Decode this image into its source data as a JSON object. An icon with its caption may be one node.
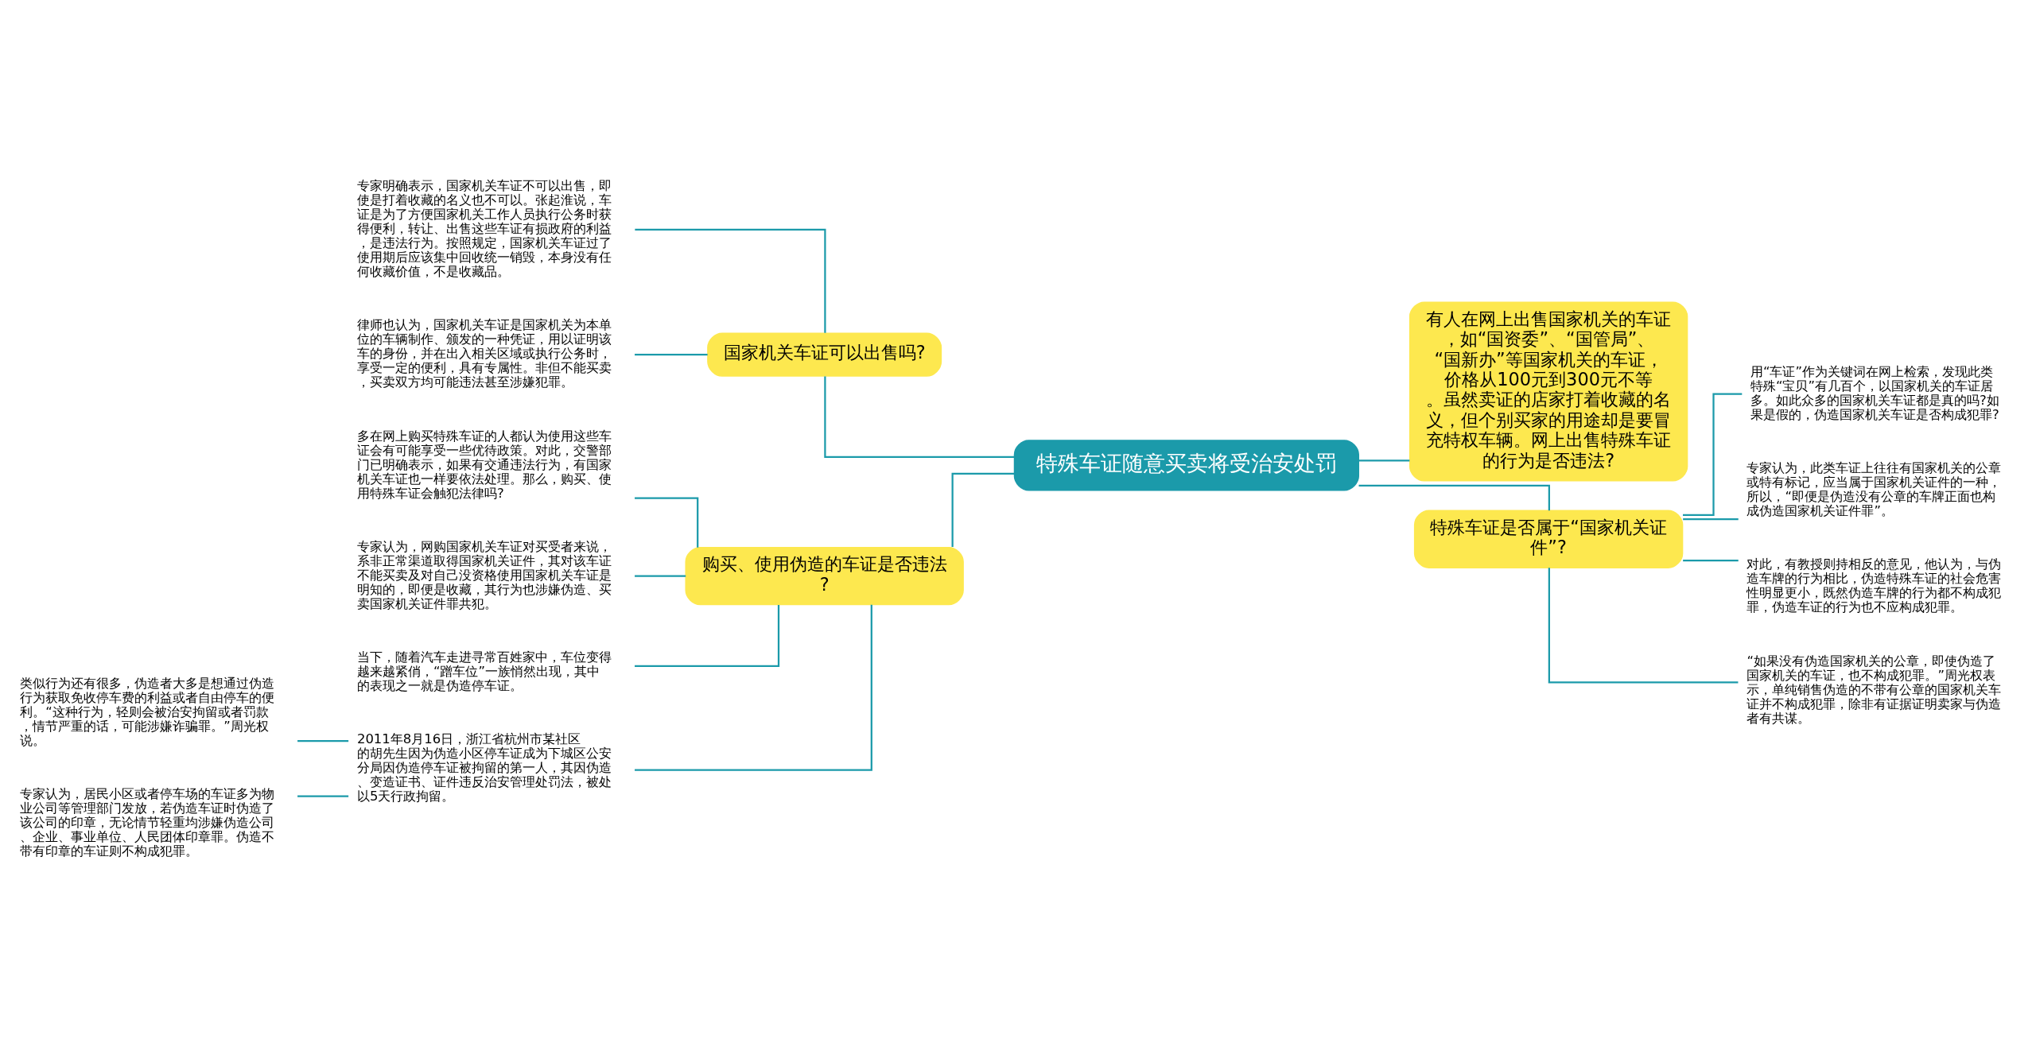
{
  "diagram": {
    "nodes": [
      {
        "text": [
          "特殊车证随意买卖将受治安处罚"
        ]
      },
      {
        "text": [
          "国家机关车证可以出售吗?"
        ]
      },
      {
        "text": [
          "专家明确表示，国家机关车证不可以出售，即使是打着收藏的名义也不可以。张起淮说，车证是为了方便国家机关工作人员执行公务时获得便利，转让、出售这些车证有损政府的利益，是违法行为。按照规定，国家机关车证过了使用期后应该集中回收统一销毁，本身没有任何收藏价值，不是收藏品。"
        ]
      },
      {
        "text": [
          "律师也认为，国家机关车证是国家机关为本单位的车辆制作、颁发的一种凭证，用以证明该车的身份，并在出入相关区域或执行公务时，享受一定的便利，具有专属性。非但不能买卖，买卖双方均可能违法甚至涉嫌犯罪。"
        ]
      },
      {
        "text": [
          "购买、使用伪造的车证是否违法?"
        ]
      },
      {
        "text": [
          "多在网上购买特殊车证的人都认为使用这些车证会有可能享受一些优待政策。对此，交警部门已明确表示，如果有交通违法行为，有国家机关车证也一样要依法处理。那么，购买、使用特殊车证会触犯法律吗?"
        ]
      },
      {
        "text": [
          "专家认为，网购国家机关车证对买受者来说，系非正常渠道取得国家机关证件，其对该车证不能买卖及对自己没资格使用国家机关车证是明知的，即便是收藏，其行为也涉嫌伪造、买卖国家机关证件罪共犯。"
        ]
      },
      {
        "text": [
          "当下，随着汽车走进寻常百姓家中，车位变得越来越紧俏，“蹭车位”一族悄然出现，其中的表现之一就是伪造停车证。"
        ]
      },
      {
        "text": [
          "2011年8月16日，浙江省杭州市某社区的胡先生因为伪造小区停车证成为下城区公安分局因伪造停车证被拘留的第一人，其因伪造、变造证书、证件违反治安管理处罚法，被处以5天行政拘留。"
        ]
      },
      {
        "text": [
          "类似行为还有很多，伪造者大多是想通过伪造行为获取免收停车费的利益或者自由停车的便利。“这种行为，轻则会被治安拘留或者罚款，情节严重的话，可能涉嫌诈骗罪。”周光权说。"
        ]
      },
      {
        "text": [
          "专家认为，居民小区或者停车场的车证多为物业公司等管理部门发放，若伪造车证时伪造了该公司的印章，无论情节轻重均涉嫌伪造公司、企业、事业单位、人民团体印章罪。伪造不带有印章的车证则不构成犯罪。"
        ]
      },
      {
        "text": [
          "有人在网上出售国家机关的车证，如“国资委”、“国管局”、“国新办”等国家机关的车证，价格从100元到300元不等。虽然卖证的店家打着收藏的名义，但个别买家的用途却是要冒充特权车辆。网上出售特殊车证的行为是否违法?"
        ]
      },
      {
        "text": [
          "特殊车证是否属于“国家机关证件”?"
        ]
      },
      {
        "text": [
          "用“车证”作为关键词在网上检索，发现此类特殊“宝贝”有几百个，以国家机关的车证居多。如此众多的国家机关车证都是真的吗?如果是假的，伪造国家机关车证是否构成犯罪?"
        ]
      },
      {
        "text": [
          "专家认为，此类车证上往往有国家机关的公章或特有标记，应当属于国家机关证件的一种，所以，“即便是伪造没有公章的车牌正面也构成伪造国家机关证件罪”。"
        ]
      },
      {
        "text": [
          "对此，有教授则持相反的意见，他认为，与伪造车牌的行为相比，伪造特殊车证的社会危害性明显更小，既然伪造车牌的行为都不构成犯罪，伪造车证的行为也不应构成犯罪。"
        ]
      },
      {
        "text": [
          "“如果没有伪造国家机关的公章，即使伪造了国家机关的车证，也不构成犯罪。”周光权表示，单纯销售伪造的不带有公章的国家机关车证并不构成犯罪，除非有证据证明卖家与伪造者有共谋。"
        ]
      }
    ],
    "edges": [
      {
        "from": 0,
        "to": 1,
        "arrow": "none"
      },
      {
        "from": 1,
        "to": 2,
        "arrow": "none"
      },
      {
        "from": 1,
        "to": 3,
        "arrow": "none"
      },
      {
        "from": 0,
        "to": 4,
        "arrow": "none"
      },
      {
        "from": 4,
        "to": 5,
        "arrow": "none"
      },
      {
        "from": 4,
        "to": 6,
        "arrow": "none"
      },
      {
        "from": 4,
        "to": 7,
        "arrow": "none"
      },
      {
        "from": 4,
        "to": 8,
        "arrow": "none"
      },
      {
        "from": 8,
        "to": 9,
        "arrow": "none"
      },
      {
        "from": 8,
        "to": 10,
        "arrow": "none"
      },
      {
        "from": 0,
        "to": 11,
        "arrow": "none"
      },
      {
        "from": 0,
        "to": 12,
        "arrow": "none"
      },
      {
        "from": 12,
        "to": 13,
        "arrow": "none"
      },
      {
        "from": 12,
        "to": 14,
        "arrow": "none"
      },
      {
        "from": 12,
        "to": 15,
        "arrow": "none"
      },
      {
        "from": 12,
        "to": 16,
        "arrow": "none"
      }
    ]
  }
}
